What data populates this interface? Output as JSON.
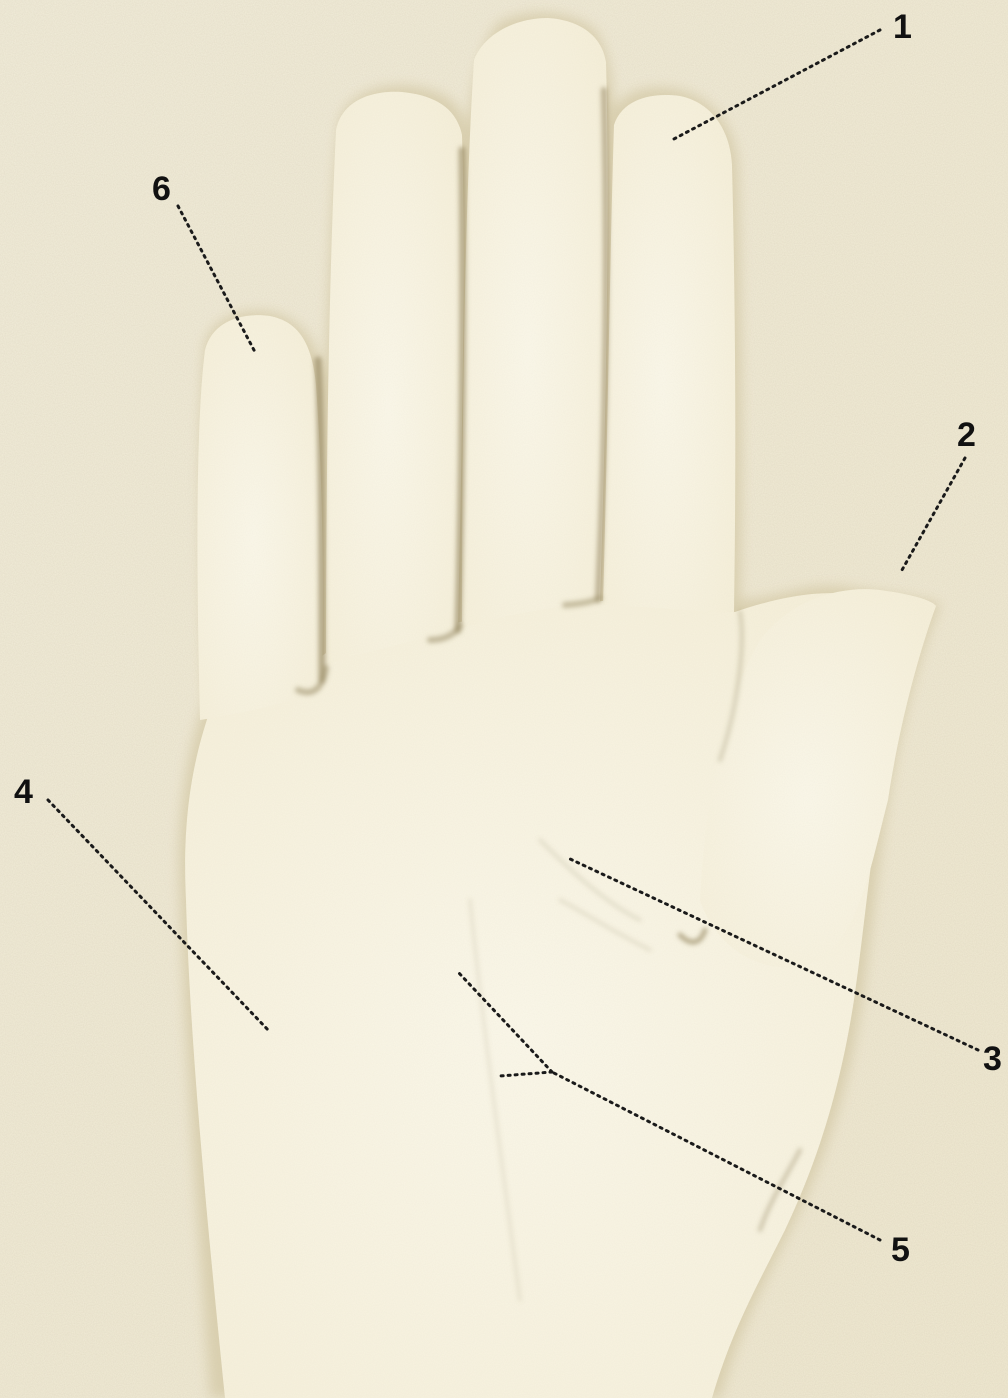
{
  "diagram": {
    "colors": {
      "background": "#f4efdc",
      "hand": "#faf6e7",
      "shadow": "#bdb08c",
      "leader_lines": "#1a1a1a",
      "label_text": "#111111"
    },
    "callouts": [
      {
        "id": "1",
        "label": "1"
      },
      {
        "id": "2",
        "label": "2"
      },
      {
        "id": "3",
        "label": "3"
      },
      {
        "id": "4",
        "label": "4"
      },
      {
        "id": "5",
        "label": "5"
      },
      {
        "id": "6",
        "label": "6"
      }
    ]
  }
}
